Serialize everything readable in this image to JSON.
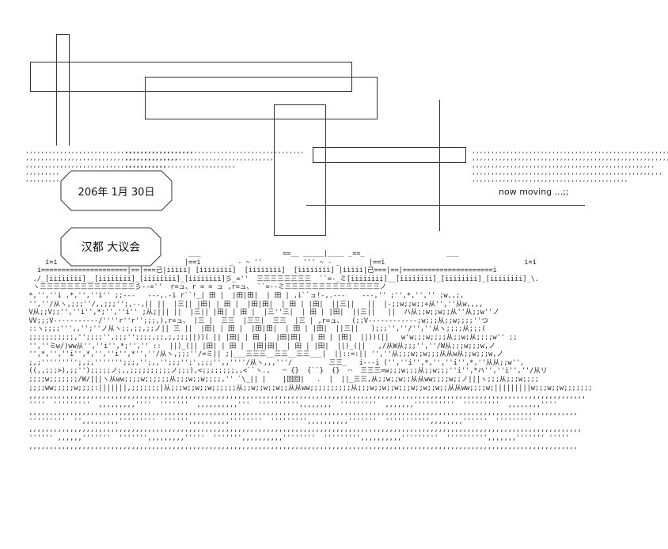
{
  "title_box": {
    "label": "206年 1月 30日"
  },
  "subtitle_box": {
    "label": "汉都 大议会"
  },
  "status_text": "now moving ...;;",
  "art": {
    "left_dots": ",,,,,,,,,,,,,,,,,,,,,,,,,,,,,,,,,,,,,,,,,,,,\n,,,,,,,,,,,,,,,,,,,,,,,,,,,,,,,,,,,,,,,,\n,,,,,,,,,,,,,,,,,,,,,,,,,,,,,,,,,,,,,\n,,,,,,,,,,,,,,,,,,,\n,,,,,,,,,,,,,,,,",
    "mid_dots": ",,,,,,,,,,,,,,,,,,,,,,,,,,,,,,,,,,,,,,,,,,,,,,,\n,,,,,,,,,,,,,,,,,,,,,,,,,,,,,,,,,,,,,,,\n,,,,,,,,,,,,,,,,,,,,,,,,,,,,,",
    "right_dots": ",,,,,,,,,,,,,,,,,,,,,,,,,,,,,,,,,,,,,,,,,,,,,,,,,,,,,,\n,,,,,,,,,,,,,,,,,,,,,,,,,,,,,,,,,,,,,,,,,,,,,,,,,,,,,,\n,,,,,,,,,,,,,,,,,,,,,,,,,,,,,,,,,,,,,,,,,,,,,,,,\n,,,,,,,,,,,,,,,,,,,,,,,,,,,,,,,,,,,,,,,,,,,,,,,,,,\n,,,,,,,,,,,,,,,,,,,,,,,,,,,,,,,,,,,,,,,,,",
    "building": "                                         ___                    ==__ _____|____ _==_                    ___\n      i=i                               |==i       _ - ~ ''          ''' ~ - _       |==i                                  i=i\n    i=====================|==|===己|iiiii| [iiiiiiii]  [iiiiiiii]  [iiiiiiii] |iiiii|己===|==|======================i\n   ./_[iiiiiiii]__[iiiiiiii]_[iiiiiiii]_[iiiiiiii]彡_=''  三三三三三三三三  ``=-_ミ[iiiiiiii]__[iiiiiiii]_[iiiiiiii]_[iiiiiiii]_\\.\n   ヽ三三三三三三三三三三三三三三彡--=''  r=ュ、r = = ュ ,r=ュ、 ``=--ミ三三三三三三三三三三三三三三ノ\n  *,'',''i ,*,'',''i'' ;;---   ---,.-i r``!_| 田 |  |田|田|  | 田 | ,i``ュ!-,.---    ---,'' ;'',*,'','' ;w,,;,\n  '',''/从ヽ,;;;''/,,;;;'';,--,|| ||  |三|| |田| | 田 |  |田|田|  | 田 | |田|  ||三||   ||  |-;;w;;w;;+从'',''从w,,,,\n  V从;;V;;'',''i'',*;'',''i'' ;从;||| ||  |三|| |田| | 田 |  |三''三|  | 田 | |田|  ||三||   ||  ハ从;;w;;w;;从''从;;w''ノ\n  VV;;;V-----------/''''r''r'';;;,),r=ュ、 |三 |  三三  |三三|  三三  |三 | ,r=ュ、  (;;V------------;w;;;从;;w;;;;''つ\n  ::ヽ;;;;''',,'';''ノ从ヽ;;,;;,;;ノ|| 三 ||  |田| | 田 |  |田|田|  | 田 | |田|  ||三||   );;;'',''/'',''从ヽ;;;;从;;;(\n  ;;;;;;;;;;;,'';;;;'',;;;'';;;;,;;,;,;;;||))( || |田| | 田 |  |田|田|  | 田 | |田|  ||))(||   w'w;;;w;;;;从;;w;从;;;;w'' ;;\n  '',''ミw/)ww从'',''i'',*;'','' ::  ||)_(|| |田| | 田 |  |田|田|  | 田 | |田|  ||)_(||   ,/从W从;;;'',''/W从;;;w;;;w,ノ\n  '',*,'',''i'',*,'',''i'',*'',''/从ヽ,;;;''/=ミ|| ;|___三三三__三三__三三___|  ||::=:|| '',''从;;;w;;w;;;从从w从;;w;;;w,ノ\n  ;,;''''''''';,;,''''''';;;,'';,,'';;;'';',;;;'',,''''/从ヽ,,,'''/         三三_   i---i ('',''i'',*,'',''i'',*,''从从;;w'',\n  ((,,;;;>),;;'');;;;;ノ;,,;;;;;;;;;;ノ;;;),<;;;;;;;;,,<``ヽ.,   ⌒ {}  {``}  {}  ⌒  三三三=w;;;w;;;从;;w;;;''i'',*ハ'',''i'',''/从リ\n  ;;;;w;;;;;;;/W/|||ヽ从ww;;;;w;;;;;;从;;;w;;w;;;;,'' `\\_|| |    |回回|   .  |  ||_三三,从;;w;;w;;从从ww;;;;w;;ノ|||ヽ;;;从;;;w;;;;\n  ;;;;ww;;;;;w;;;;:|||||||,;;;;;;;|从;;;w;;w;;w;;;;;;从;;w;;w;;w;;从从ww;;;;;;;;;;从;;;w;;w;;w;;;w;;w;;w;;从从ww;;;;w;|||||||||w;;;w;;w;;;;;;;\n  ,,,,,,,,,,,,,,,,,,,,,,,,,,,,,,,,,,,,,,,,,,,,,,,,,,,,,,,,,,,,,,,,,,,,,,,,,,,,,,,,,,,,,,,,,,,,,,,,,,,,,,,,,,,,,,,,,,,,,,,,,,,,,,,,,,,,,,,,\n  ''''  '''''''''  ,,,,,,,,,''''  '''''''  ,,,,,,,,,,'''  '''''''''',,,,,,,,  '''''''''  ,,,,,,,''''''''''  '''''''''  ,,,,,,,,''''\n  ,,,,,,,,,,,,,,,,,,,,,,,,,,,,,,,,,,,,,,,,,,,,,,,,,,,,,,,,,,,,,,,,,,,,,,,,,,,,,,,,,,,,,,,,,,,,,,,,,,,,,,,,,,,,,,,,,,,,,,,,,,,,,,,,,,,,,,\n  '''''''''  '',,,,,,,,,'''''''''  '''''',,,,,,,,,,''''''''  ''''''''',,,,,,,,,,'''''''  ''''''''''',,,,,,,,''''''  '''''''''\n  ,,,,,,,,,,,,,,,,,,,,,,,,,,,,,,,,,,,,,,,,,,,,,,,,,,,,,,,,,,,,,,,,,,,,,,,,,,,,,,,,,,,,,,,,,,,,,,,,,,,,,,,,,,,,,,,,,,,,,,,,,,,,,,,,,,,,,,,\n  '''''' ,,,,,,'''''''  ''''''',,,,,,,,,'''''  ''''''',,,,,,,,,,''''''''  ''''''''',,,,,,,,,,'''''''''  '''''''''',,,,,,,''''''' '''''\n  ,,,,,,,,,,,,,,,,,,,,,,,,,,,,,,,,,,,,,,,,,,,,,,,,,,,,,,,,,,,,,,,,,,,,,,,,,,,,,,,,,,,,,,,,,,,,,,,,,,,,,,,,,,,,,,,,,,,,,,,,,,,,,,,,,,,,,,"
  }
}
